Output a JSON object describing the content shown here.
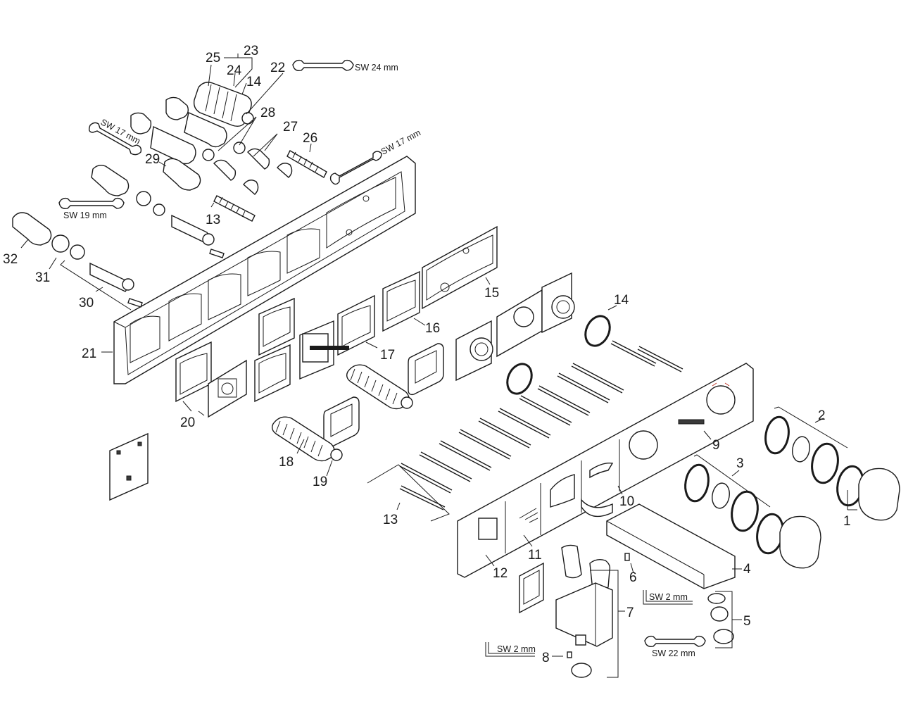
{
  "labels": {
    "p1": "1",
    "p2": "2",
    "p3": "3",
    "p4": "4",
    "p5": "5",
    "p6": "6",
    "p7": "7",
    "p8": "8",
    "p9": "9",
    "p10": "10",
    "p11": "11",
    "p12": "12",
    "p13a": "13",
    "p13b": "13",
    "p14a": "14",
    "p14b": "14",
    "p15": "15",
    "p16": "16",
    "p17": "17",
    "p18": "18",
    "p19": "19",
    "p20": "20",
    "p21": "21",
    "p22": "22",
    "p23": "23",
    "p24": "24",
    "p25": "25",
    "p26": "26",
    "p27": "27",
    "p28": "28",
    "p29": "29",
    "p30": "30",
    "p31": "31",
    "p32": "32"
  },
  "tools": {
    "sw24": "SW 24 mm",
    "sw17a": "SW 17 mm",
    "sw17b": "SW 17 mm",
    "sw19": "SW 19 mm",
    "sw2a": "SW 2 mm",
    "sw2b": "SW 2 mm",
    "sw22": "SW 22 mm"
  },
  "colors": {
    "line": "#1a1a1a",
    "background": "#ffffff"
  },
  "icons": [
    "wrench-icon",
    "allen-key-icon"
  ]
}
